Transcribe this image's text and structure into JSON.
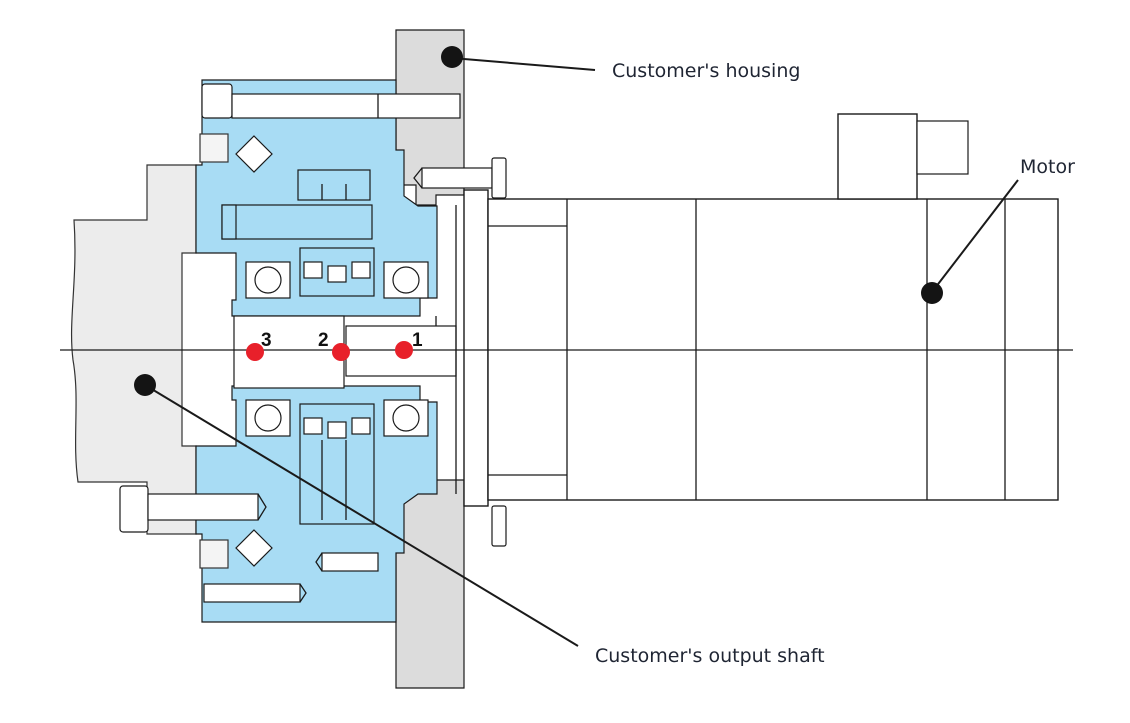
{
  "diagram": {
    "title": "Gearbox mounting cross-section",
    "callouts": {
      "housing": "Customer's housing",
      "motor": "Motor",
      "output_shaft": "Customer's output shaft"
    },
    "measurement_points": [
      {
        "id": "1",
        "label": "1"
      },
      {
        "id": "2",
        "label": "2"
      },
      {
        "id": "3",
        "label": "3"
      }
    ],
    "colors": {
      "gearbox_body": "#a8dcf4",
      "housing": "#dcdcdc",
      "output_shaft": "#ececec",
      "measurement_point": "#e8202a",
      "callout_dot": "#141414",
      "label_text": "#1f2533"
    }
  }
}
